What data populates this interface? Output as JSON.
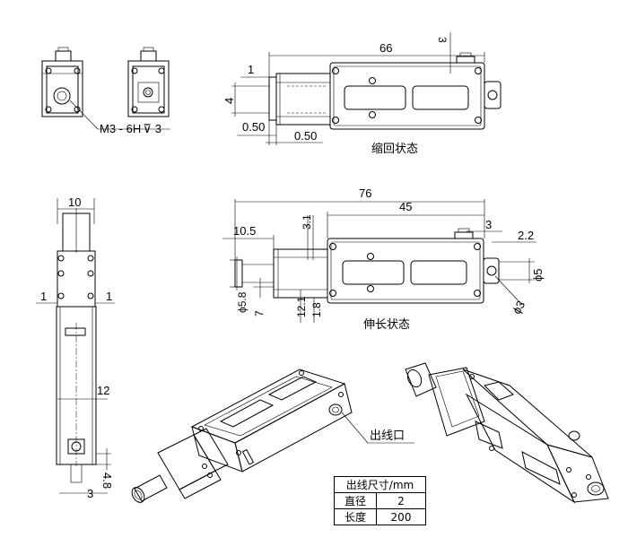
{
  "captions": {
    "retracted": "缩回状态",
    "extended": "伸长状态",
    "cable_outlet": "出线口"
  },
  "thread_note": {
    "text": "M3 - 6H",
    "depth_symbol": "⊽",
    "depth": "3"
  },
  "dims_retracted": {
    "overall": "66",
    "top": "3",
    "left_step": "1",
    "height": "4",
    "d050_a": "0.50",
    "d050_b": "0.50"
  },
  "dims_extended": {
    "overall": "76",
    "body": "45",
    "d105": "10.5",
    "d31": "3.1",
    "d3": "3",
    "d22": "2.2",
    "phi5": "ϕ5",
    "phi58": "ϕ5.8",
    "d7": "7",
    "d121": "12.1",
    "d18": "1.8",
    "phi3": "ϕ3"
  },
  "dims_side": {
    "width": "10",
    "left1": "1",
    "right1": "1",
    "d12": "12",
    "d48": "4.8",
    "d3": "3"
  },
  "spec_table": {
    "header": "出线尺寸/mm",
    "rows": [
      {
        "label": "直径",
        "value": "2"
      },
      {
        "label": "长度",
        "value": "200"
      }
    ]
  }
}
